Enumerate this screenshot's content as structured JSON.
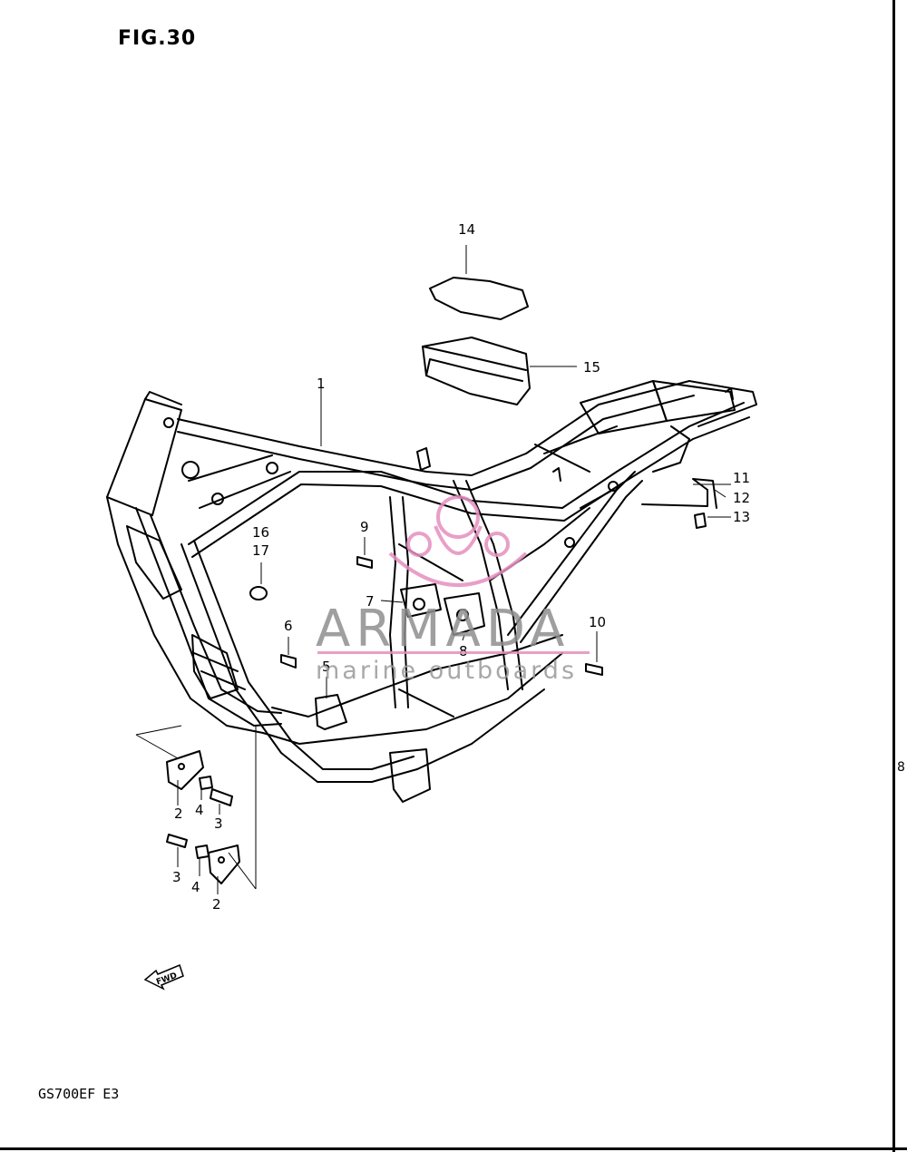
{
  "figure": {
    "title": "FIG.30",
    "model_code": "GS700EF",
    "region_code": "E3"
  },
  "fwd_label": "FWD",
  "watermark": {
    "brand": "ARMADA",
    "tagline": "marine outboards",
    "accent_color": "#e58fbf",
    "text_color": "#8f8f8f"
  },
  "callouts": [
    {
      "id": "1",
      "label": "1"
    },
    {
      "id": "2a",
      "label": "2"
    },
    {
      "id": "2b",
      "label": "2"
    },
    {
      "id": "3a",
      "label": "3"
    },
    {
      "id": "3b",
      "label": "3"
    },
    {
      "id": "4a",
      "label": "4"
    },
    {
      "id": "4b",
      "label": "4"
    },
    {
      "id": "5",
      "label": "5"
    },
    {
      "id": "6",
      "label": "6"
    },
    {
      "id": "7",
      "label": "7"
    },
    {
      "id": "8",
      "label": "8"
    },
    {
      "id": "9",
      "label": "9"
    },
    {
      "id": "10",
      "label": "10"
    },
    {
      "id": "11",
      "label": "11"
    },
    {
      "id": "12",
      "label": "12"
    },
    {
      "id": "13",
      "label": "13"
    },
    {
      "id": "14",
      "label": "14"
    },
    {
      "id": "15",
      "label": "15"
    },
    {
      "id": "16",
      "label": "16"
    },
    {
      "id": "17",
      "label": "17"
    }
  ],
  "edge_marks": [
    "8"
  ]
}
